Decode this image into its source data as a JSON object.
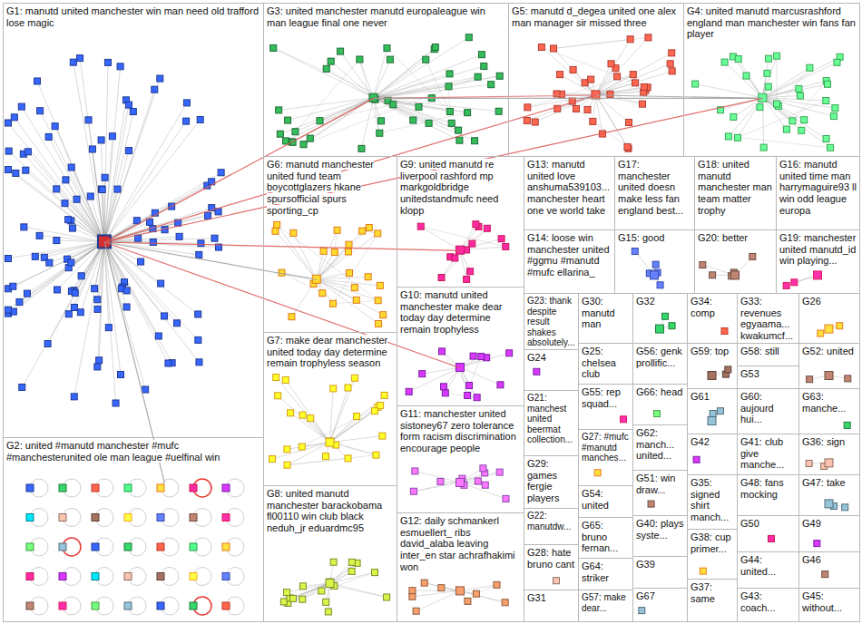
{
  "diagram": {
    "nodes": [
      {
        "text": [
          "G1: manutd united manchester win man need old trafford lose magic"
        ]
      },
      {
        "text": [
          "G3: united manchester manutd europaleague win man league final one never"
        ]
      },
      {
        "text": [
          "G5: manutd d_degea united one alex man manager sir missed three"
        ]
      },
      {
        "text": [
          "G4: united manutd marcusrashford england man manchester win fans fan player"
        ]
      },
      {
        "text": [
          "G6: manutd manchester united fund team boycottglazers hkane spursofficial spurs sporting_cp"
        ]
      },
      {
        "text": [
          "G9: united manutd re liverpool rashford mp markgoldbridge unitedstandmufc need klopp"
        ]
      },
      {
        "text": [
          "G13: manutd united love anshuma539103... manchester heart one ve world take"
        ]
      },
      {
        "text": [
          "G17: manchester united doesn make less fan england best..."
        ]
      },
      {
        "text": [
          "G18: united manutd manchester man team matter trophy"
        ]
      },
      {
        "text": [
          "G16: manutd united time man harrymaguire93 ll win odd league europa"
        ]
      },
      {
        "text": [
          "G14: loose win manchester united #ggmu #manutd #mufc ellarina_"
        ]
      },
      {
        "text": [
          "G15: good"
        ]
      },
      {
        "text": [
          "G20: better"
        ]
      },
      {
        "text": [
          "G19: manchester united manutd_id win playing..."
        ]
      },
      {
        "text": [
          "G10: manutd united manchester make dear today day determine remain trophyless"
        ]
      },
      {
        "text": [
          "G23: thank despite result shakes absolutely..."
        ]
      },
      {
        "text": [
          "G30: manutd man"
        ]
      },
      {
        "text": [
          "G32"
        ]
      },
      {
        "text": [
          "G34: comp"
        ]
      },
      {
        "text": [
          "G33: revenues egyaama... kwakumcf..."
        ]
      },
      {
        "text": [
          "G26"
        ]
      },
      {
        "text": [
          "G7: make dear manchester united today day determine remain trophyless season"
        ]
      },
      {
        "text": [
          "G24"
        ]
      },
      {
        "text": [
          "G25: chelsea club"
        ]
      },
      {
        "text": [
          "G56: genk prollific..."
        ]
      },
      {
        "text": [
          "G59: top"
        ]
      },
      {
        "text": [
          "G58: still"
        ]
      },
      {
        "text": [
          "G53"
        ]
      },
      {
        "text": [
          "G52: united"
        ]
      },
      {
        "text": [
          "G55: rep squad..."
        ]
      },
      {
        "text": [
          "G66: head"
        ]
      },
      {
        "text": [
          "G61"
        ]
      },
      {
        "text": [
          "G60: aujourd hui..."
        ]
      },
      {
        "text": [
          "G63: manche..."
        ]
      },
      {
        "text": [
          "G21: manchest united beermat collection..."
        ]
      },
      {
        "text": [
          "G11: manchester united sistoney67 zero tolerance form racism discrimination encourage people"
        ]
      },
      {
        "text": [
          "G27: #mufc #manutd manches..."
        ]
      },
      {
        "text": [
          "G62: manch... united..."
        ]
      },
      {
        "text": [
          "G42"
        ]
      },
      {
        "text": [
          "G41: club give manche..."
        ]
      },
      {
        "text": [
          "G36: sign"
        ]
      },
      {
        "text": [
          "G2: united #manutd manchester #mufc #manchesterunited ole man league #uelfinal win"
        ]
      },
      {
        "text": [
          "G29: games fergie players"
        ]
      },
      {
        "text": [
          "G54: united"
        ]
      },
      {
        "text": [
          "G51: win draw..."
        ]
      },
      {
        "text": [
          "G35: signed shirt manch..."
        ]
      },
      {
        "text": [
          "G48: fans mocking"
        ]
      },
      {
        "text": [
          "G47: take"
        ]
      },
      {
        "text": [
          "G8: united manutd manchester barackobama fl00110 win club black neduh_jr eduardmc95"
        ]
      },
      {
        "text": [
          "G22: manutdw..."
        ]
      },
      {
        "text": [
          "G65: bruno fernan..."
        ]
      },
      {
        "text": [
          "G40: plays syste..."
        ]
      },
      {
        "text": [
          "G38: cup primer..."
        ]
      },
      {
        "text": [
          "G50"
        ]
      },
      {
        "text": [
          "G49"
        ]
      },
      {
        "text": [
          "G12: daily schmankerl esmuellert_ ribs david_alaba leaving inter_en star achrafhakimi won"
        ]
      },
      {
        "text": [
          "G28: hate bruno cant"
        ]
      },
      {
        "text": [
          "G64: striker"
        ]
      },
      {
        "text": [
          "G39"
        ]
      },
      {
        "text": [
          "G44: united..."
        ]
      },
      {
        "text": [
          "G46"
        ]
      },
      {
        "text": [
          "G31"
        ]
      },
      {
        "text": [
          "G57: make dear..."
        ]
      },
      {
        "text": [
          "G67"
        ]
      },
      {
        "text": [
          "G37: same"
        ]
      },
      {
        "text": [
          "G43: coach..."
        ]
      },
      {
        "text": [
          "G45: without..."
        ]
      }
    ],
    "edges": [
      {
        "from": 0,
        "to": 1,
        "arrow": "none"
      },
      {
        "from": 0,
        "to": 2,
        "arrow": "none"
      },
      {
        "from": 0,
        "to": 3,
        "arrow": "none"
      },
      {
        "from": 0,
        "to": 4,
        "arrow": "none"
      },
      {
        "from": 0,
        "to": 5,
        "arrow": "none"
      },
      {
        "from": 0,
        "to": 14,
        "arrow": "none"
      },
      {
        "from": 0,
        "to": 41,
        "arrow": "none"
      },
      {
        "from": 1,
        "to": 2,
        "arrow": "none"
      },
      {
        "from": 2,
        "to": 3,
        "arrow": "none"
      },
      {
        "from": 1,
        "to": 3,
        "arrow": "none"
      }
    ]
  }
}
